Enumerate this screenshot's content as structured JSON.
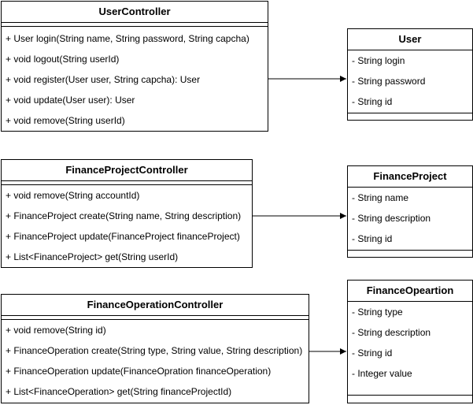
{
  "controllers": {
    "user_controller": {
      "name": "UserController",
      "methods": [
        "+ User login(String name, String password, String capcha)",
        "+ void logout(String userId)",
        "+ void register(User user, String capcha): User",
        "+ void update(User user): User",
        "+ void remove(String userId)"
      ]
    },
    "finance_project_controller": {
      "name": "FinanceProjectController",
      "methods": [
        "+ void remove(String accountId)",
        "+ FinanceProject create(String name, String description)",
        "+ FinanceProject update(FinanceProject financeProject)",
        "+ List<FinanceProject> get(String userId)"
      ]
    },
    "finance_operation_controller": {
      "name": "FinanceOperationController",
      "methods": [
        "+ void remove(String id)",
        "+ FinanceOperation create(String type, String value, String description)",
        "+ FinanceOperation update(FinanceOpration financeOperation)",
        "+ List<FinanceOperation> get(String financeProjectId)"
      ]
    }
  },
  "entities": {
    "user": {
      "name": "User",
      "fields": [
        "- String login",
        "- String password",
        "- String id"
      ]
    },
    "finance_project": {
      "name": "FinanceProject",
      "fields": [
        "- String name",
        "- String description",
        "- String id"
      ]
    },
    "finance_operation": {
      "name": "FinanceOpeartion",
      "fields": [
        "- String type",
        "- String description",
        "- String id",
        "- Integer value"
      ]
    }
  }
}
